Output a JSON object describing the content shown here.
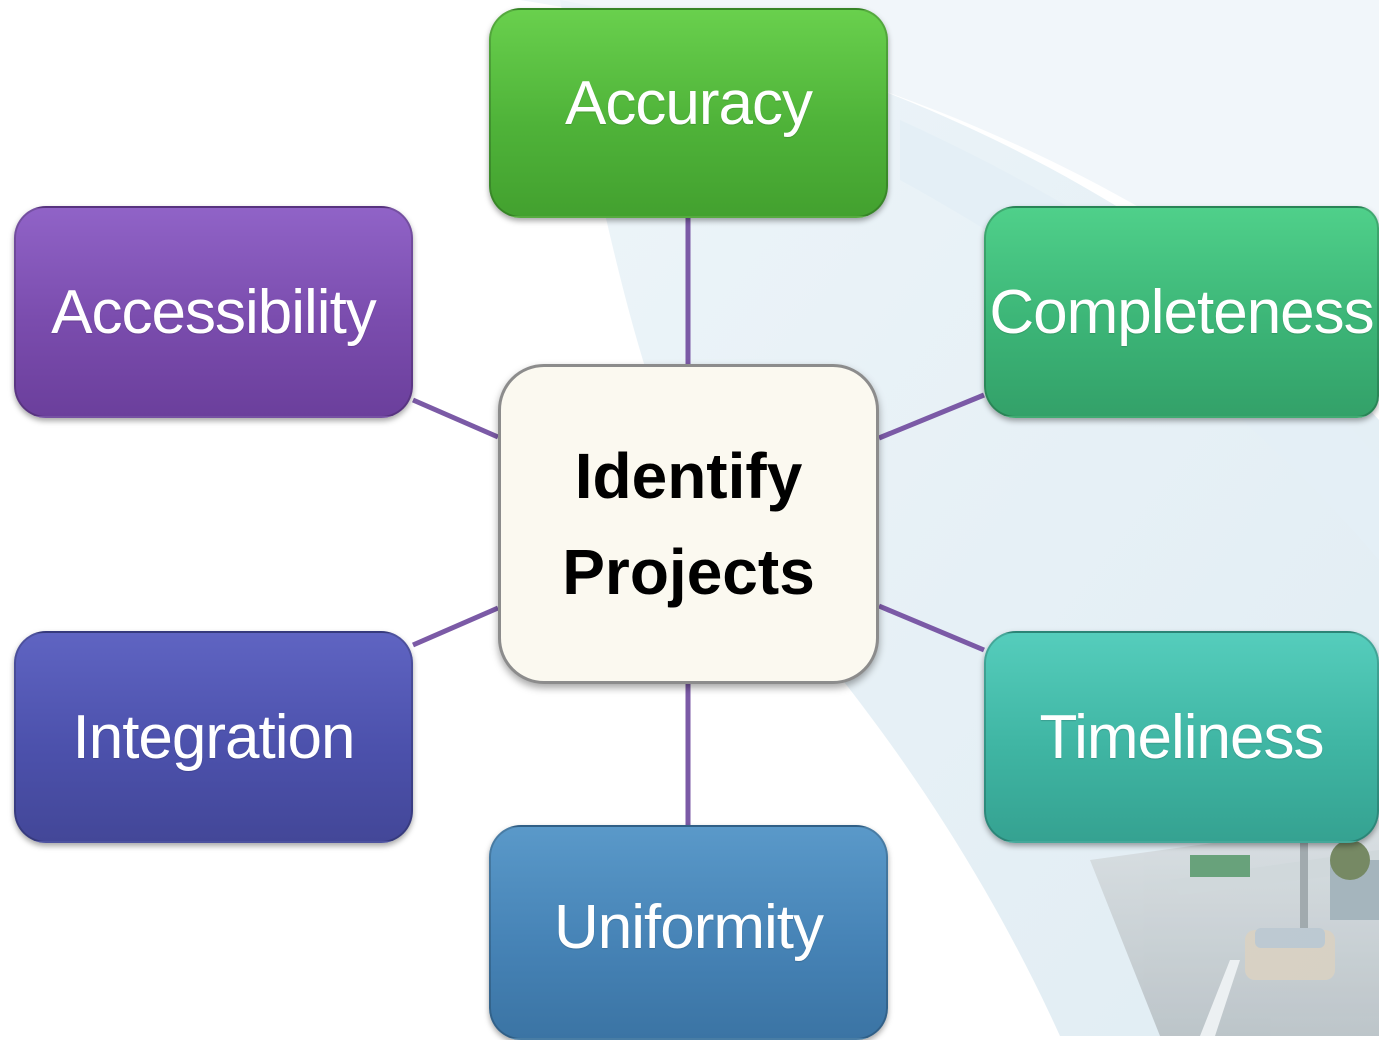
{
  "diagram": {
    "center_label": "Identify\nProjects",
    "nodes": {
      "accuracy": "Accuracy",
      "accessibility": "Accessibility",
      "completeness": "Completeness",
      "integration": "Integration",
      "timeliness": "Timeliness",
      "uniformity": "Uniformity"
    },
    "connector_color": "#7b5aa6",
    "center_fill": "#fbf9f0"
  }
}
